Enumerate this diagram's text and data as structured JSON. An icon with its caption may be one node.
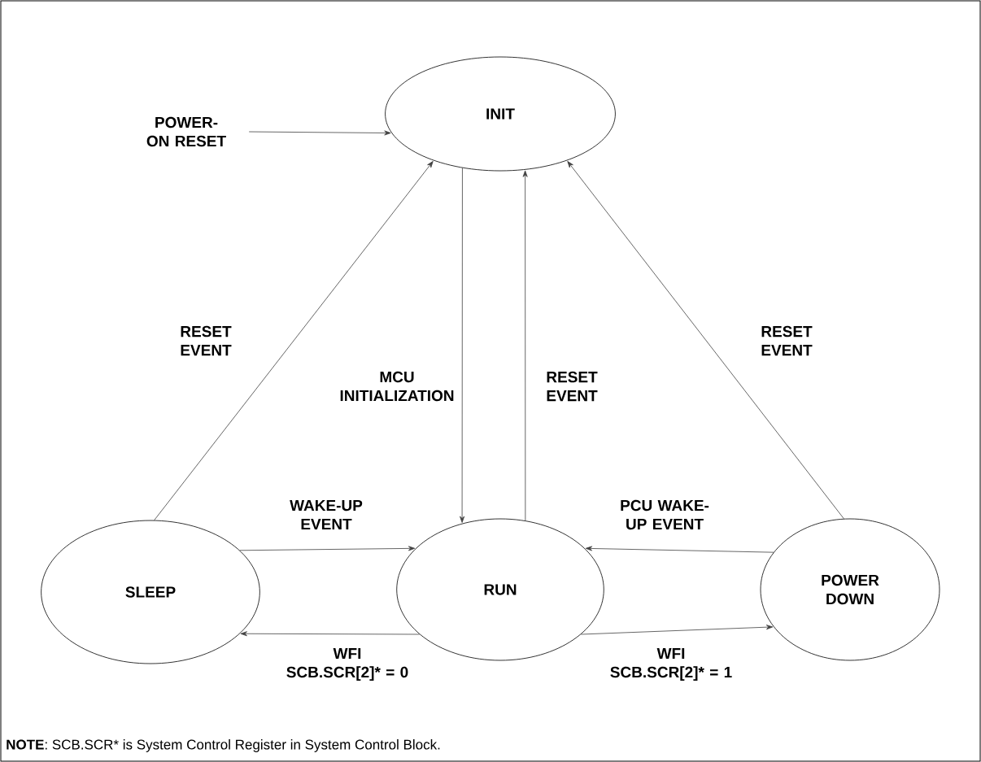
{
  "diagram": {
    "nodes": [
      {
        "text": [
          "INIT"
        ]
      },
      {
        "text": [
          "SLEEP"
        ]
      },
      {
        "text": [
          "RUN"
        ]
      },
      {
        "text": [
          "POWER DOWN"
        ]
      },
      {
        "text": [
          "POWER-ON RESET"
        ]
      }
    ],
    "edges": [
      {
        "from": 4,
        "to": 0,
        "arrow": "to"
      },
      {
        "from": 1,
        "to": 0,
        "arrow": "to",
        "label": "RESET EVENT"
      },
      {
        "from": 0,
        "to": 2,
        "arrow": "to",
        "label": "MCU INITIALIZATION"
      },
      {
        "from": 2,
        "to": 0,
        "arrow": "to",
        "label": "RESET EVENT"
      },
      {
        "from": 3,
        "to": 0,
        "arrow": "to",
        "label": "RESET EVENT"
      },
      {
        "from": 1,
        "to": 2,
        "arrow": "to",
        "label": "WAKE-UP EVENT"
      },
      {
        "from": 3,
        "to": 2,
        "arrow": "to",
        "label": "PCU WAKE-UP EVENT"
      },
      {
        "from": 2,
        "to": 1,
        "arrow": "to",
        "label": "WFI SCB.SCR[2]* = 0"
      },
      {
        "from": 2,
        "to": 3,
        "arrow": "to",
        "label": "WFI SCB.SCR[2]* = 1"
      }
    ],
    "labels": [
      "**NOTE**: SCB.SCR* is System Control Register in System Control Block."
    ]
  }
}
